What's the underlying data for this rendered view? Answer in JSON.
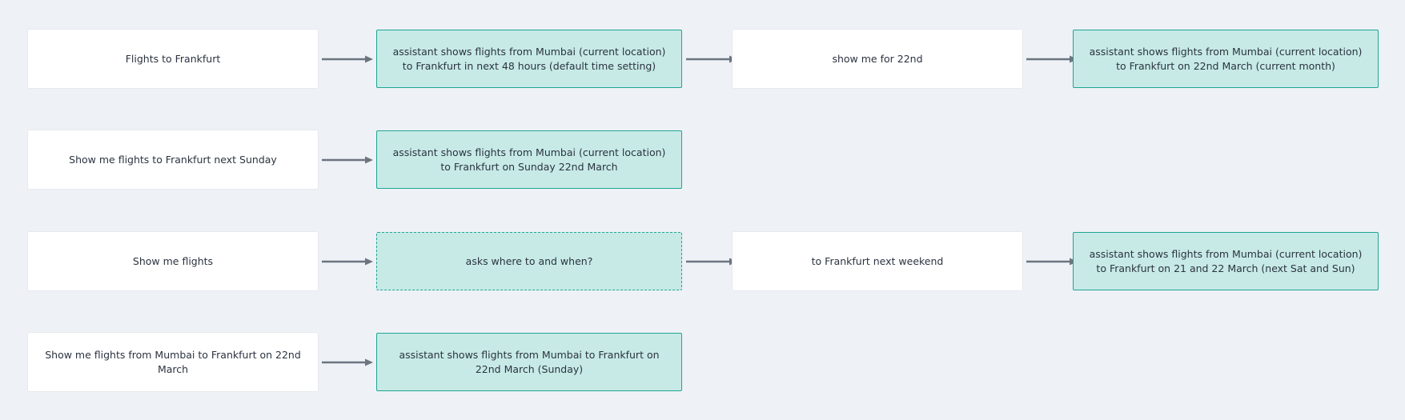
{
  "rows": [
    {
      "user_1": "Flights to Frankfurt",
      "assistant_1": "assistant shows flights from Mumbai (current location) to Frankfurt in next 48 hours (default time setting)",
      "user_2": "show me for 22nd",
      "assistant_2": "assistant shows flights from Mumbai (current location) to Frankfurt on 22nd March (current month)"
    },
    {
      "user_1": "Show me flights to Frankfurt next Sunday",
      "assistant_1": "assistant shows flights from Mumbai (current location) to Frankfurt on Sunday 22nd March"
    },
    {
      "user_1": "Show me flights",
      "assistant_1": "asks where to and when?",
      "user_2": "to Frankfurt next weekend",
      "assistant_2": "assistant shows flights from Mumbai (current location) to Frankfurt on 21 and 22 March (next Sat and Sun)"
    },
    {
      "user_1": "Show me flights from Mumbai to Frankfurt on 22nd March",
      "assistant_1": "assistant shows flights from Mumbai to Frankfurt on 22nd March (Sunday)"
    }
  ],
  "colors": {
    "background": "#eef1f6",
    "user_box": "#ffffff",
    "assistant_box": "#c7eae6",
    "assistant_border": "#1fa593",
    "arrow": "#6b7580"
  }
}
